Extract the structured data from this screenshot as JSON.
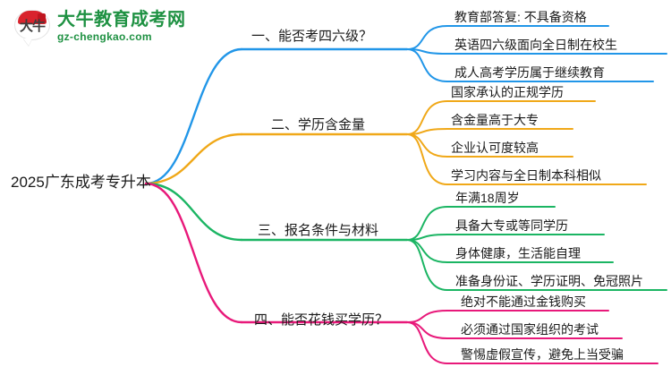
{
  "logo": {
    "mark_text": "大牛",
    "title": "大牛教育成考网",
    "subtitle": "gz-chengkao.com",
    "brand_green": "#1e9142",
    "brand_red": "#d9232d"
  },
  "mindmap": {
    "root": "2025广东成考专升本",
    "branches": [
      {
        "label": "一、能否考四六级？",
        "color": "#2196E8",
        "children": [
          "教育部答复: 不具备资格",
          "英语四六级面向全日制在校生",
          "成人高考学历属于继续教育"
        ]
      },
      {
        "label": "二、学历含金量",
        "color": "#F0A818",
        "children": [
          "国家承认的正规学历",
          "含金量高于大专",
          "企业认可度较高",
          "学习内容与全日制本科相似"
        ]
      },
      {
        "label": "三、报名条件与材料",
        "color": "#1BB563",
        "children": [
          "年满18周岁",
          "具备大专或等同学历",
          "身体健康，生活能自理",
          "准备身份证、学历证明、免冠照片"
        ]
      },
      {
        "label": "四、能否花钱买学历？",
        "color": "#E8197A",
        "children": [
          "绝对不能通过金钱购买",
          "必须通过国家组织的考试",
          "警惕虚假宣传，避免上当受骗"
        ]
      }
    ]
  }
}
